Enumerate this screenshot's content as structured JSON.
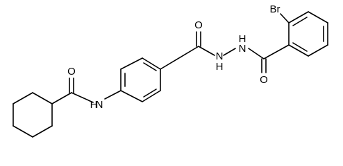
{
  "molecule": {
    "atoms": [
      {
        "id": "o_cyclohexyl_carbonyl",
        "text": "O"
      },
      {
        "id": "n_amide",
        "text": "N"
      },
      {
        "id": "h_amide",
        "text": "H"
      },
      {
        "id": "o_benzoyl_carbonyl",
        "text": "O"
      },
      {
        "id": "n_hydrazide_1",
        "text": "N"
      },
      {
        "id": "h_hydrazide_1",
        "text": "H"
      },
      {
        "id": "n_hydrazide_2",
        "text": "N"
      },
      {
        "id": "h_hydrazide_2",
        "text": "H"
      },
      {
        "id": "o_bromobenzoyl_carbonyl",
        "text": "O"
      },
      {
        "id": "br",
        "text": "Br"
      }
    ],
    "colors": {
      "ink": "#000000",
      "background": "#ffffff"
    }
  }
}
